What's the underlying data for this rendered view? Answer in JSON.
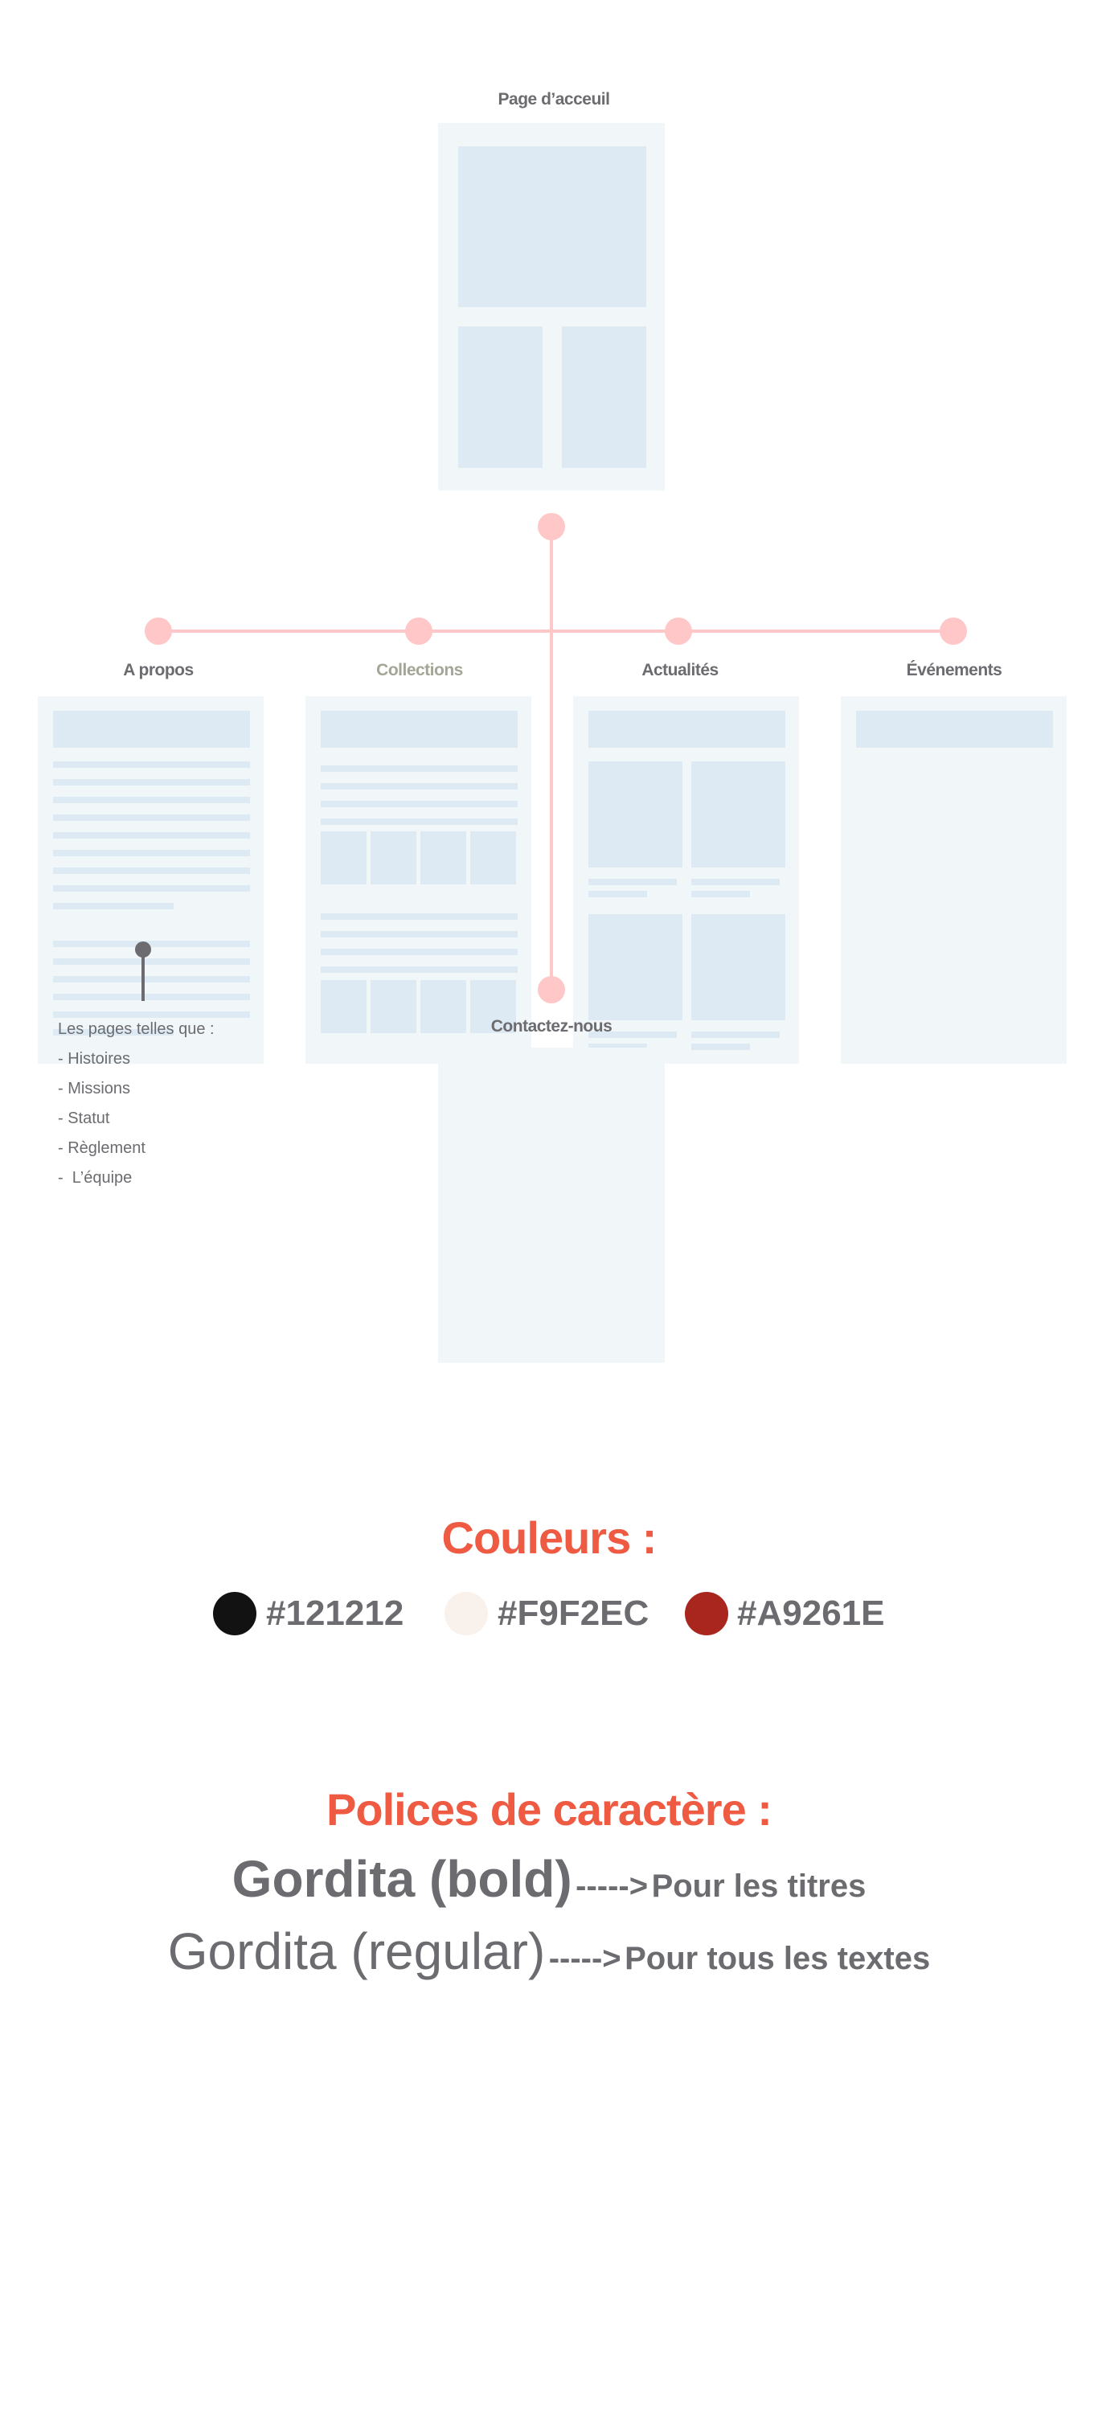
{
  "sitemap": {
    "home": {
      "label": "Page d’acceuil"
    },
    "pages": [
      {
        "label": "A propos",
        "label_color": "#6b6b70"
      },
      {
        "label": "Collections",
        "label_color": "#a3a596"
      },
      {
        "label": "Actualités",
        "label_color": "#6b6b70"
      },
      {
        "label": "Événements",
        "label_color": "#6b6b70"
      }
    ],
    "contact": {
      "label": "Contactez-nous"
    },
    "about_note": {
      "intro": "Les pages telles que :",
      "items": [
        "- Histoires",
        "- Missions",
        "- Statut",
        "- Règlement",
        "-  L’équipe"
      ]
    }
  },
  "colors": {
    "title": "Couleurs :",
    "swatches": [
      {
        "hex": "#121212",
        "label": "#121212"
      },
      {
        "hex": "#F9F2EC",
        "label": "#F9F2EC"
      },
      {
        "hex": "#A9261E",
        "label": "#A9261E"
      }
    ]
  },
  "fonts": {
    "title": "Polices de caractère :",
    "rows": [
      {
        "sample": "Gordita (bold)",
        "arrow": "----->",
        "usage": "Pour les titres"
      },
      {
        "sample": "Gordita (regular)",
        "arrow": "----->",
        "usage": "Pour tous les textes"
      }
    ]
  }
}
